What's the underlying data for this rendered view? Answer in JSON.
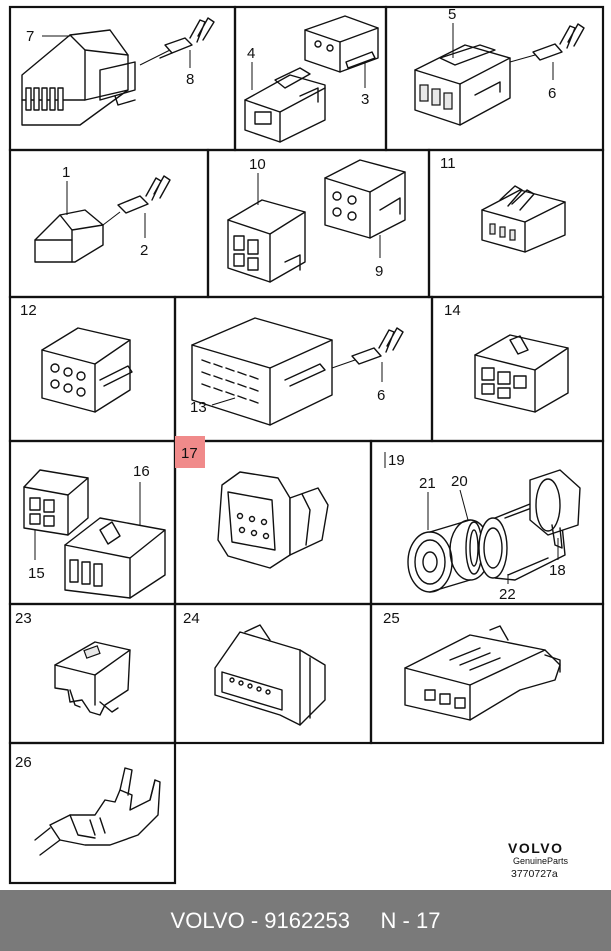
{
  "cells": [
    {
      "id": "c1",
      "number_labels": [
        "7",
        "8"
      ]
    },
    {
      "id": "c2",
      "number_labels": [
        "4",
        "3"
      ]
    },
    {
      "id": "c3",
      "number_labels": [
        "5",
        "6"
      ]
    },
    {
      "id": "c4",
      "number_labels": [
        "1",
        "2"
      ]
    },
    {
      "id": "c5",
      "number_labels": [
        "10",
        "9"
      ]
    },
    {
      "id": "c6",
      "number_labels": [
        "11"
      ]
    },
    {
      "id": "c7",
      "number_labels": [
        "12"
      ]
    },
    {
      "id": "c8",
      "number_labels": [
        "13",
        "6"
      ]
    },
    {
      "id": "c9",
      "number_labels": [
        "14"
      ]
    },
    {
      "id": "c10",
      "number_labels": [
        "15",
        "16"
      ]
    },
    {
      "id": "c11",
      "number_labels": [
        "17"
      ]
    },
    {
      "id": "c12",
      "number_labels": [
        "19",
        "21",
        "20",
        "22",
        "18"
      ]
    },
    {
      "id": "c13",
      "number_labels": [
        "23"
      ]
    },
    {
      "id": "c14",
      "number_labels": [
        "24"
      ]
    },
    {
      "id": "c15",
      "number_labels": [
        "25"
      ]
    },
    {
      "id": "c16",
      "number_labels": [
        "26"
      ]
    }
  ],
  "highlight": {
    "label": "17",
    "color": "#f08a8a"
  },
  "brand": {
    "logo_text": "VOLVO",
    "sub_text": "GenuineParts",
    "ref": "3770727a"
  },
  "footer": {
    "brand": "VOLVO",
    "separator1": " - ",
    "part_number": "9162253",
    "gap": "     ",
    "page_prefix": "N",
    "separator2": " - ",
    "page_number": "17"
  },
  "colors": {
    "footer_bg": "#7a7a7a",
    "highlight": "#f08a8a"
  }
}
